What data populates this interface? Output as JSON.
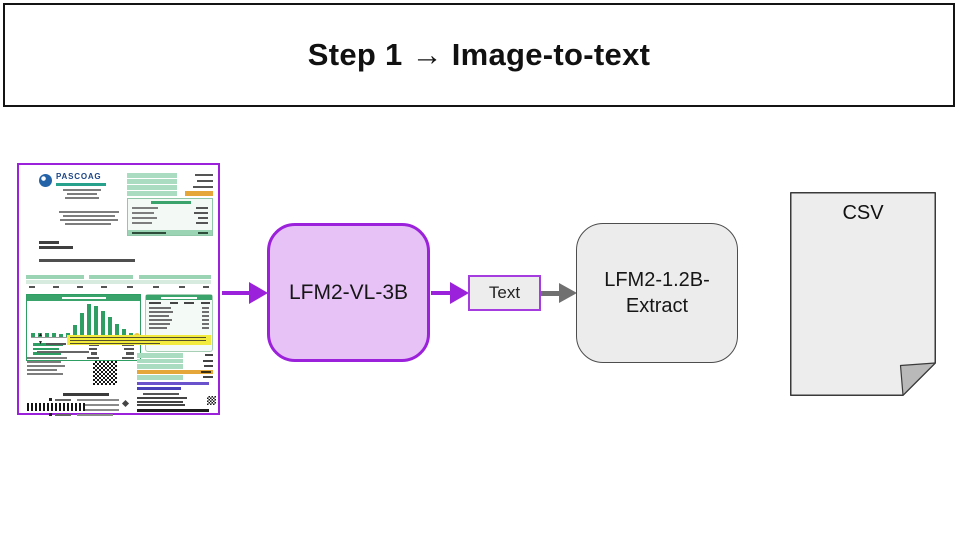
{
  "slide": {
    "title": "Step 1 → Image-to-text"
  },
  "pipeline": {
    "vl_model": "LFM2-VL-3B",
    "intermediate": "Text",
    "extract_model_line1": "LFM2-1.2B-",
    "extract_model_line2": "Extract",
    "output_doc": "CSV"
  },
  "bill": {
    "brand": "PASCOAG",
    "usage_bars": [
      0.12,
      0.12,
      0.12,
      0.12,
      0.1,
      0.12,
      0.36,
      0.72,
      1.0,
      0.93,
      0.8,
      0.62,
      0.4,
      0.24,
      0.12
    ]
  },
  "colors": {
    "accent_purple": "#9b21db",
    "purple_fill": "#e7c2f6",
    "gray_fill": "#ececec",
    "arrow_gray": "#707070",
    "bill_green": "#2e9e63",
    "bill_green_light": "#a9dcc0",
    "bill_gold": "#e5a73a",
    "notice_yellow": "#f3ec3e"
  }
}
